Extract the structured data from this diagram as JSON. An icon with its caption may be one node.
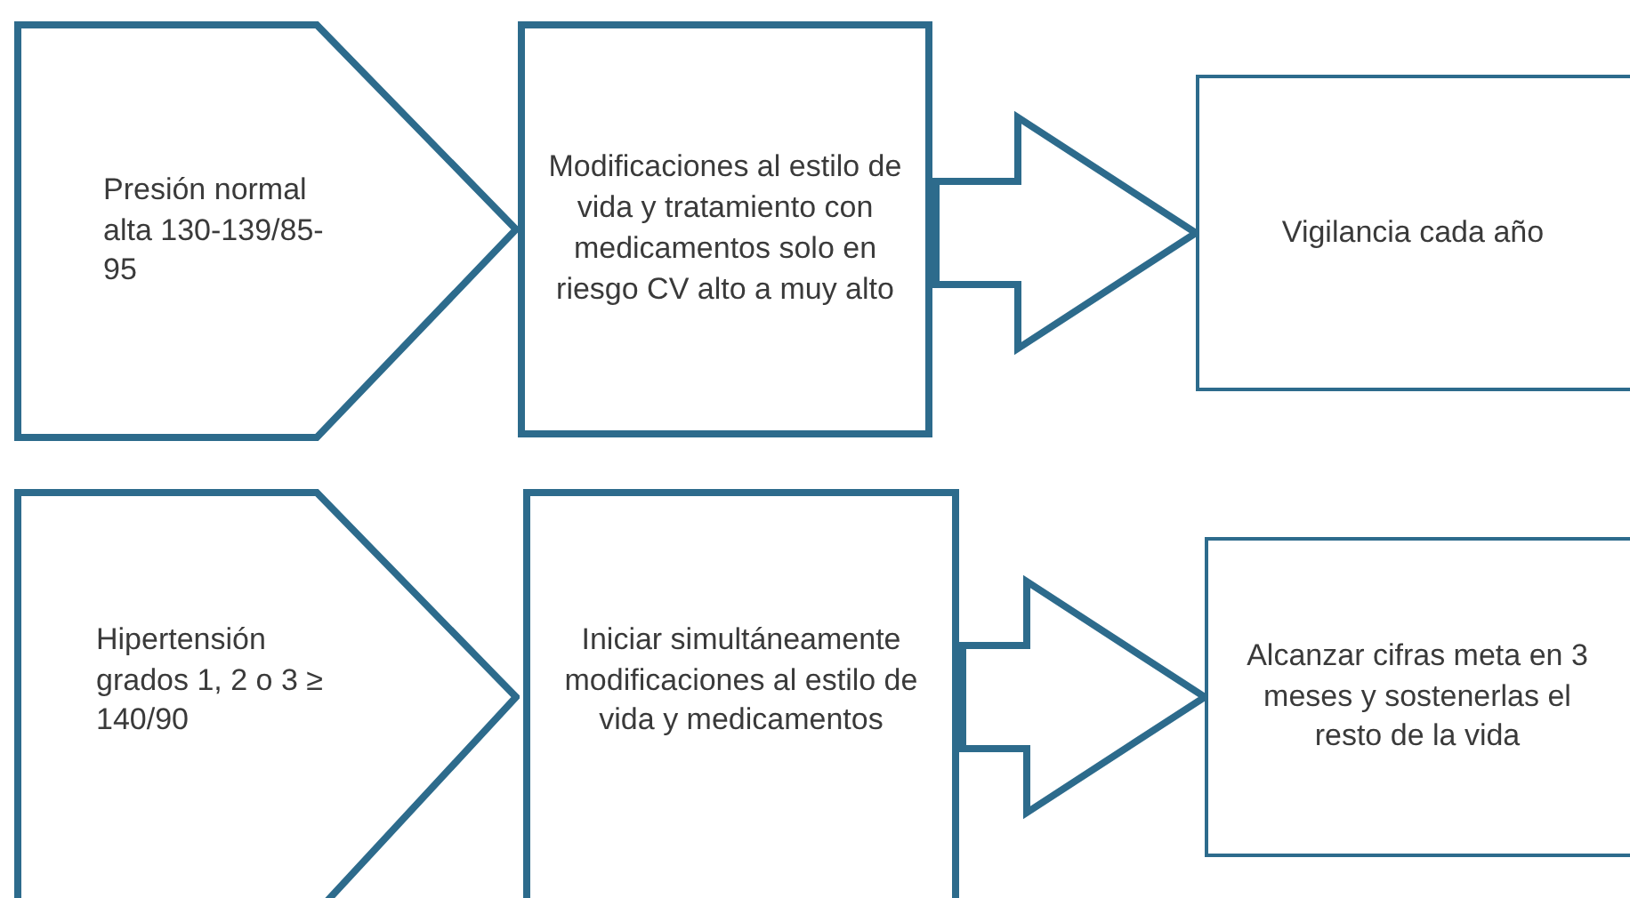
{
  "diagram": {
    "nodes": [
      {
        "text": [
          "Presión normal alta 130-139/85-95"
        ]
      },
      {
        "text": [
          "Modificaciones al estilo de vida y tratamiento con medicamentos solo en riesgo CV alto a muy alto"
        ]
      },
      {
        "text": [
          "Vigilancia cada año"
        ]
      },
      {
        "text": [
          "Hipertensión grados 1, 2 o 3 ≥ 140/90"
        ]
      },
      {
        "text": [
          "Iniciar simultáneamente modificaciones al estilo de vida y medicamentos"
        ]
      },
      {
        "text": [
          "Alcanzar cifras meta en 3 meses y sostenerlas el resto de la vida"
        ]
      }
    ],
    "edges": [
      {
        "from": 1,
        "to": 2,
        "arrow": "to",
        "style": "thick"
      },
      {
        "from": 4,
        "to": 5,
        "arrow": "to",
        "style": "thick"
      }
    ]
  }
}
